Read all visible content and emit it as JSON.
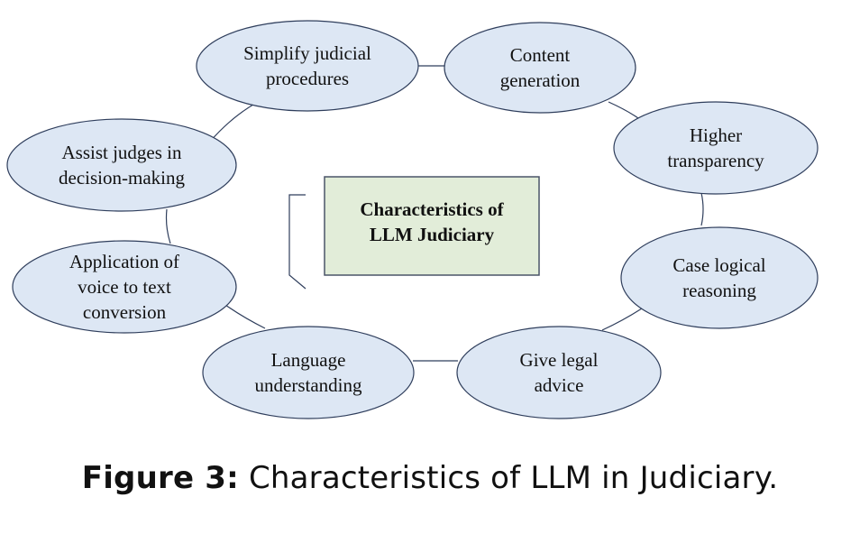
{
  "diagram": {
    "center": {
      "lines": [
        "Characteristics of",
        "LLM Judiciary"
      ]
    },
    "nodes": [
      {
        "id": "simplify-judicial-procedures",
        "lines": [
          "Simplify judicial",
          "procedures"
        ]
      },
      {
        "id": "content-generation",
        "lines": [
          "Content",
          "generation"
        ]
      },
      {
        "id": "higher-transparency",
        "lines": [
          "Higher",
          "transparency"
        ]
      },
      {
        "id": "case-logical-reasoning",
        "lines": [
          "Case logical",
          "reasoning"
        ]
      },
      {
        "id": "give-legal-advice",
        "lines": [
          "Give legal",
          "advice"
        ]
      },
      {
        "id": "language-understanding",
        "lines": [
          "Language",
          "understanding"
        ]
      },
      {
        "id": "voice-to-text-conversion",
        "lines": [
          "Application of",
          "voice to text",
          "conversion"
        ]
      },
      {
        "id": "assist-judges",
        "lines": [
          "Assist judges in",
          "decision-making"
        ]
      }
    ],
    "colors": {
      "ellipse_fill": "#dde7f4",
      "ellipse_stroke": "#2f3e5c",
      "center_fill": "#e2edd9",
      "center_stroke": "#4a5568",
      "connector": "#2f3e5c"
    }
  },
  "caption": {
    "label": "Figure 3:",
    "text": " Characteristics of LLM in Judiciary."
  }
}
